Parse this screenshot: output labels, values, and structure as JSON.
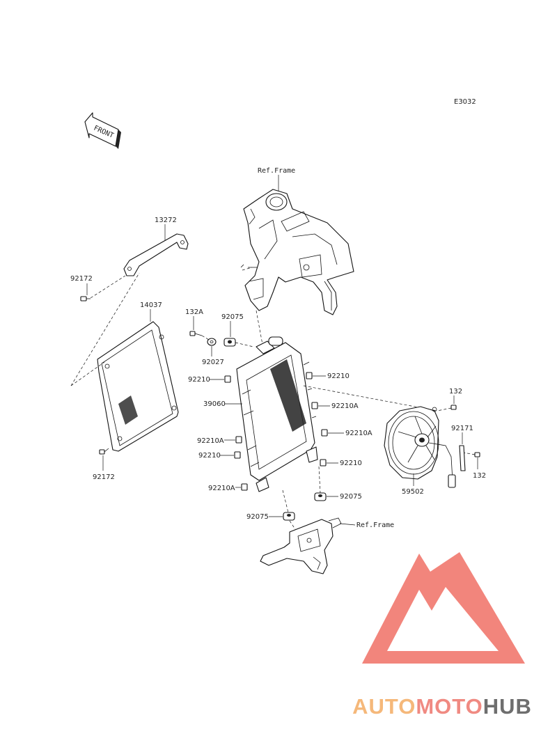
{
  "diagram_code": "E3032",
  "front_label": "FRONT",
  "ref_frame_top": "Ref.Frame",
  "ref_frame_bottom": "Ref.Frame",
  "callouts": {
    "p13272": "13272",
    "p92172_top": "92172",
    "p14037": "14037",
    "p92172_bottom": "92172",
    "p132A": "132A",
    "p92075_top": "92075",
    "p92027": "92027",
    "p92210_l1": "92210",
    "p39060": "39060",
    "p92210A_l1": "92210A",
    "p92210_l2": "92210",
    "p92210A_l2": "92210A",
    "p92210_r1": "92210",
    "p92210A_r1": "92210A",
    "p92210A_r2": "92210A",
    "p92210_r2": "92210",
    "p92075_r": "92075",
    "p92075_b": "92075",
    "p132_top": "132",
    "p92171": "92171",
    "p132_bottom": "132",
    "p59502": "59502"
  },
  "watermark": {
    "part1": "AUTO",
    "part2": "MOTO",
    "part3": "HUB",
    "color1": "#f5b87a",
    "color2": "#f08a82",
    "color3": "#6e6e6e",
    "mark_color": "#f2857c"
  }
}
